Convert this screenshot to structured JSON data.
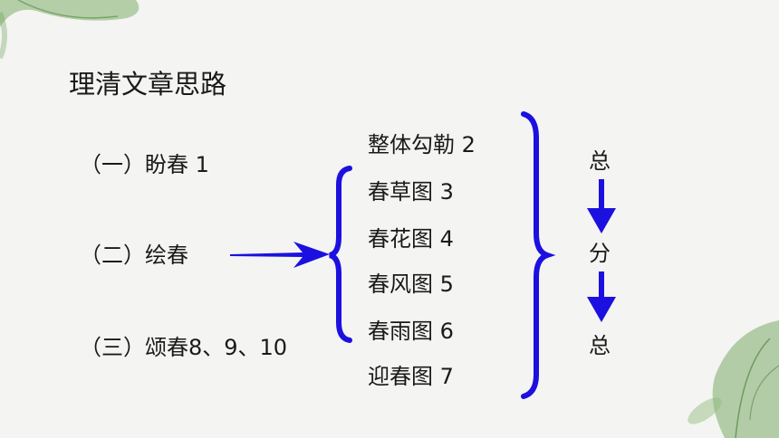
{
  "title": "理清文章思路",
  "sections": [
    "（一）盼春 1",
    "（二）绘春",
    "（三）颂春8、9、10"
  ],
  "sub_items": [
    "整体勾勒 2",
    "春草图 3",
    "春花图 4",
    "春风图 5",
    "春雨图 6",
    "迎春图 7"
  ],
  "structure": [
    "总",
    "分",
    "总"
  ],
  "colors": {
    "accent": "#1c10e0",
    "leaf": "#5a9a4a"
  }
}
